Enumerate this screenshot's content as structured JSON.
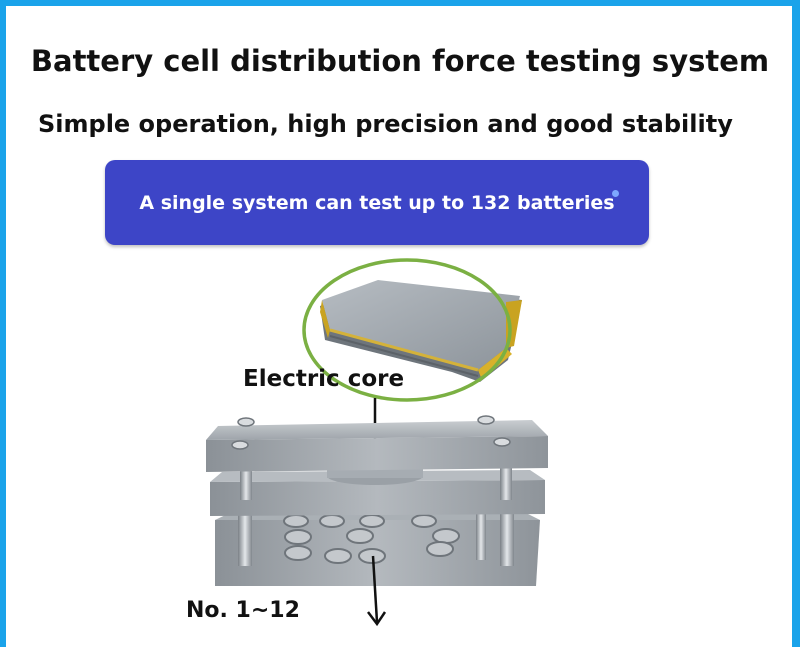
{
  "header": {
    "title": "Battery cell distribution force testing system",
    "subtitle": "Simple operation, high precision and good stability"
  },
  "banner": {
    "text": "A single system can test up to 132 batteries"
  },
  "diagram": {
    "label_core": "Electric core",
    "label_channels": "No. 1~12"
  },
  "colors": {
    "frame": "#1aa3ea",
    "banner": "#3d45c7",
    "highlight_ring": "#7bb043"
  }
}
